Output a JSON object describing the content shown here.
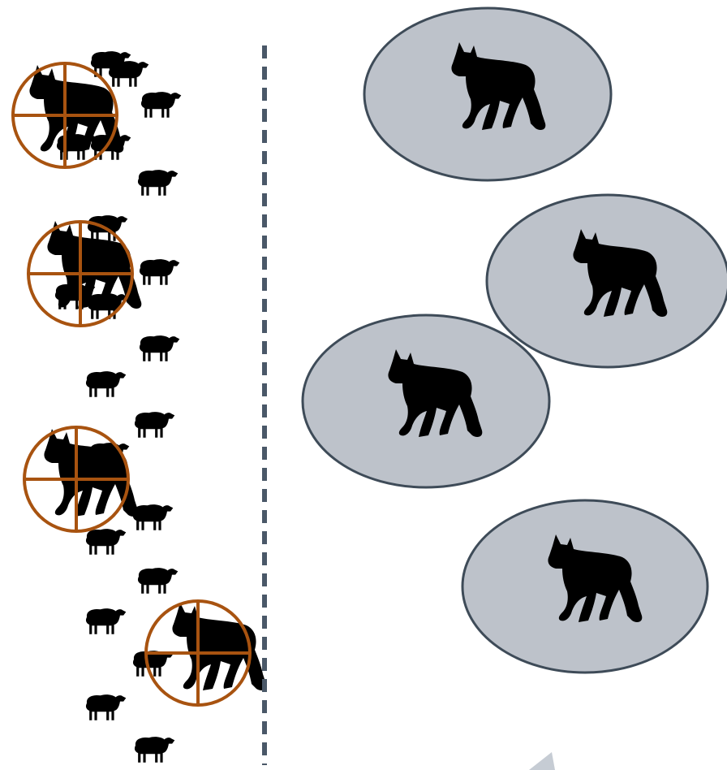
{
  "colors": {
    "background": "#ffffff",
    "divider": "#4a5868",
    "territory_fill": "#bdc2ca",
    "territory_stroke": "#3e4b58",
    "animal": "#000000",
    "crosshair": "#a85310",
    "arrow": "#c6ccd4"
  },
  "icons": {
    "lynx": "lynx-icon",
    "sheep": "sheep-icon",
    "crosshair": "crosshair-icon",
    "divider": "dashed-divider"
  },
  "left_zone": {
    "targeted_lynx_count": 4,
    "sheep_count": 21
  },
  "right_zone": {
    "territory_count": 4
  }
}
